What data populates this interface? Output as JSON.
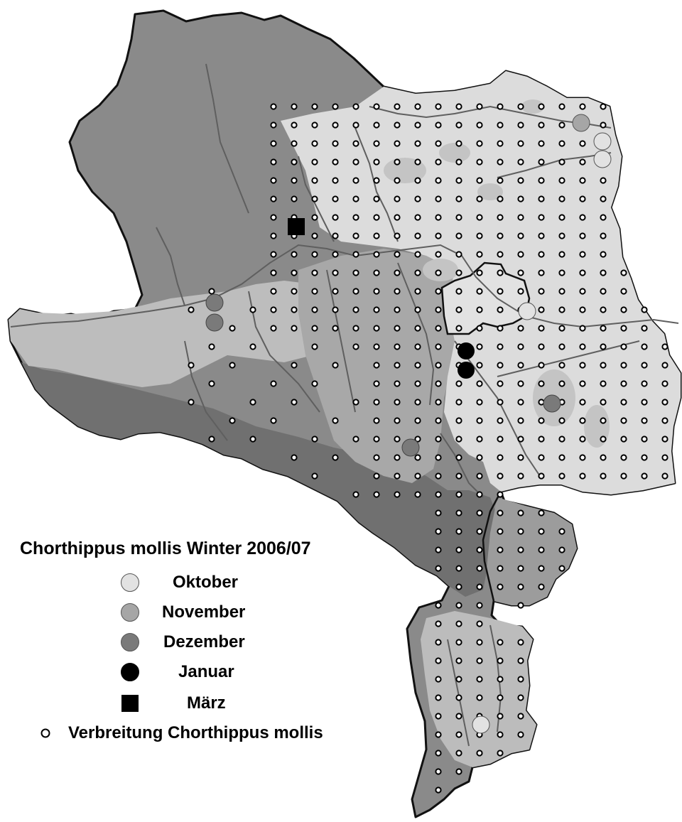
{
  "legend": {
    "title": "Chorthippus mollis Winter 2006/07",
    "items": [
      {
        "key": "oktober",
        "label": "Oktober",
        "symbol": "circle",
        "color": "#e2e2e2"
      },
      {
        "key": "november",
        "label": "November",
        "symbol": "circle",
        "color": "#a6a6a6"
      },
      {
        "key": "dezember",
        "label": "Dezember",
        "symbol": "circle",
        "color": "#7a7a7a"
      },
      {
        "key": "januar",
        "label": "Januar",
        "symbol": "circle",
        "color": "#000000"
      },
      {
        "key": "maerz",
        "label": "März",
        "symbol": "square",
        "color": "#000000"
      },
      {
        "key": "verbreitung",
        "label": "Verbreitung Chorthippus mollis",
        "symbol": "small-circle",
        "color": "#ffffff"
      }
    ]
  },
  "colors": {
    "alpine_dark": "#6f6f6f",
    "upland_mid": "#939393",
    "hill_light": "#b9b9b9",
    "lowland": "#dcdcdc",
    "river": "#5f5f5f",
    "border": "#111111"
  }
}
